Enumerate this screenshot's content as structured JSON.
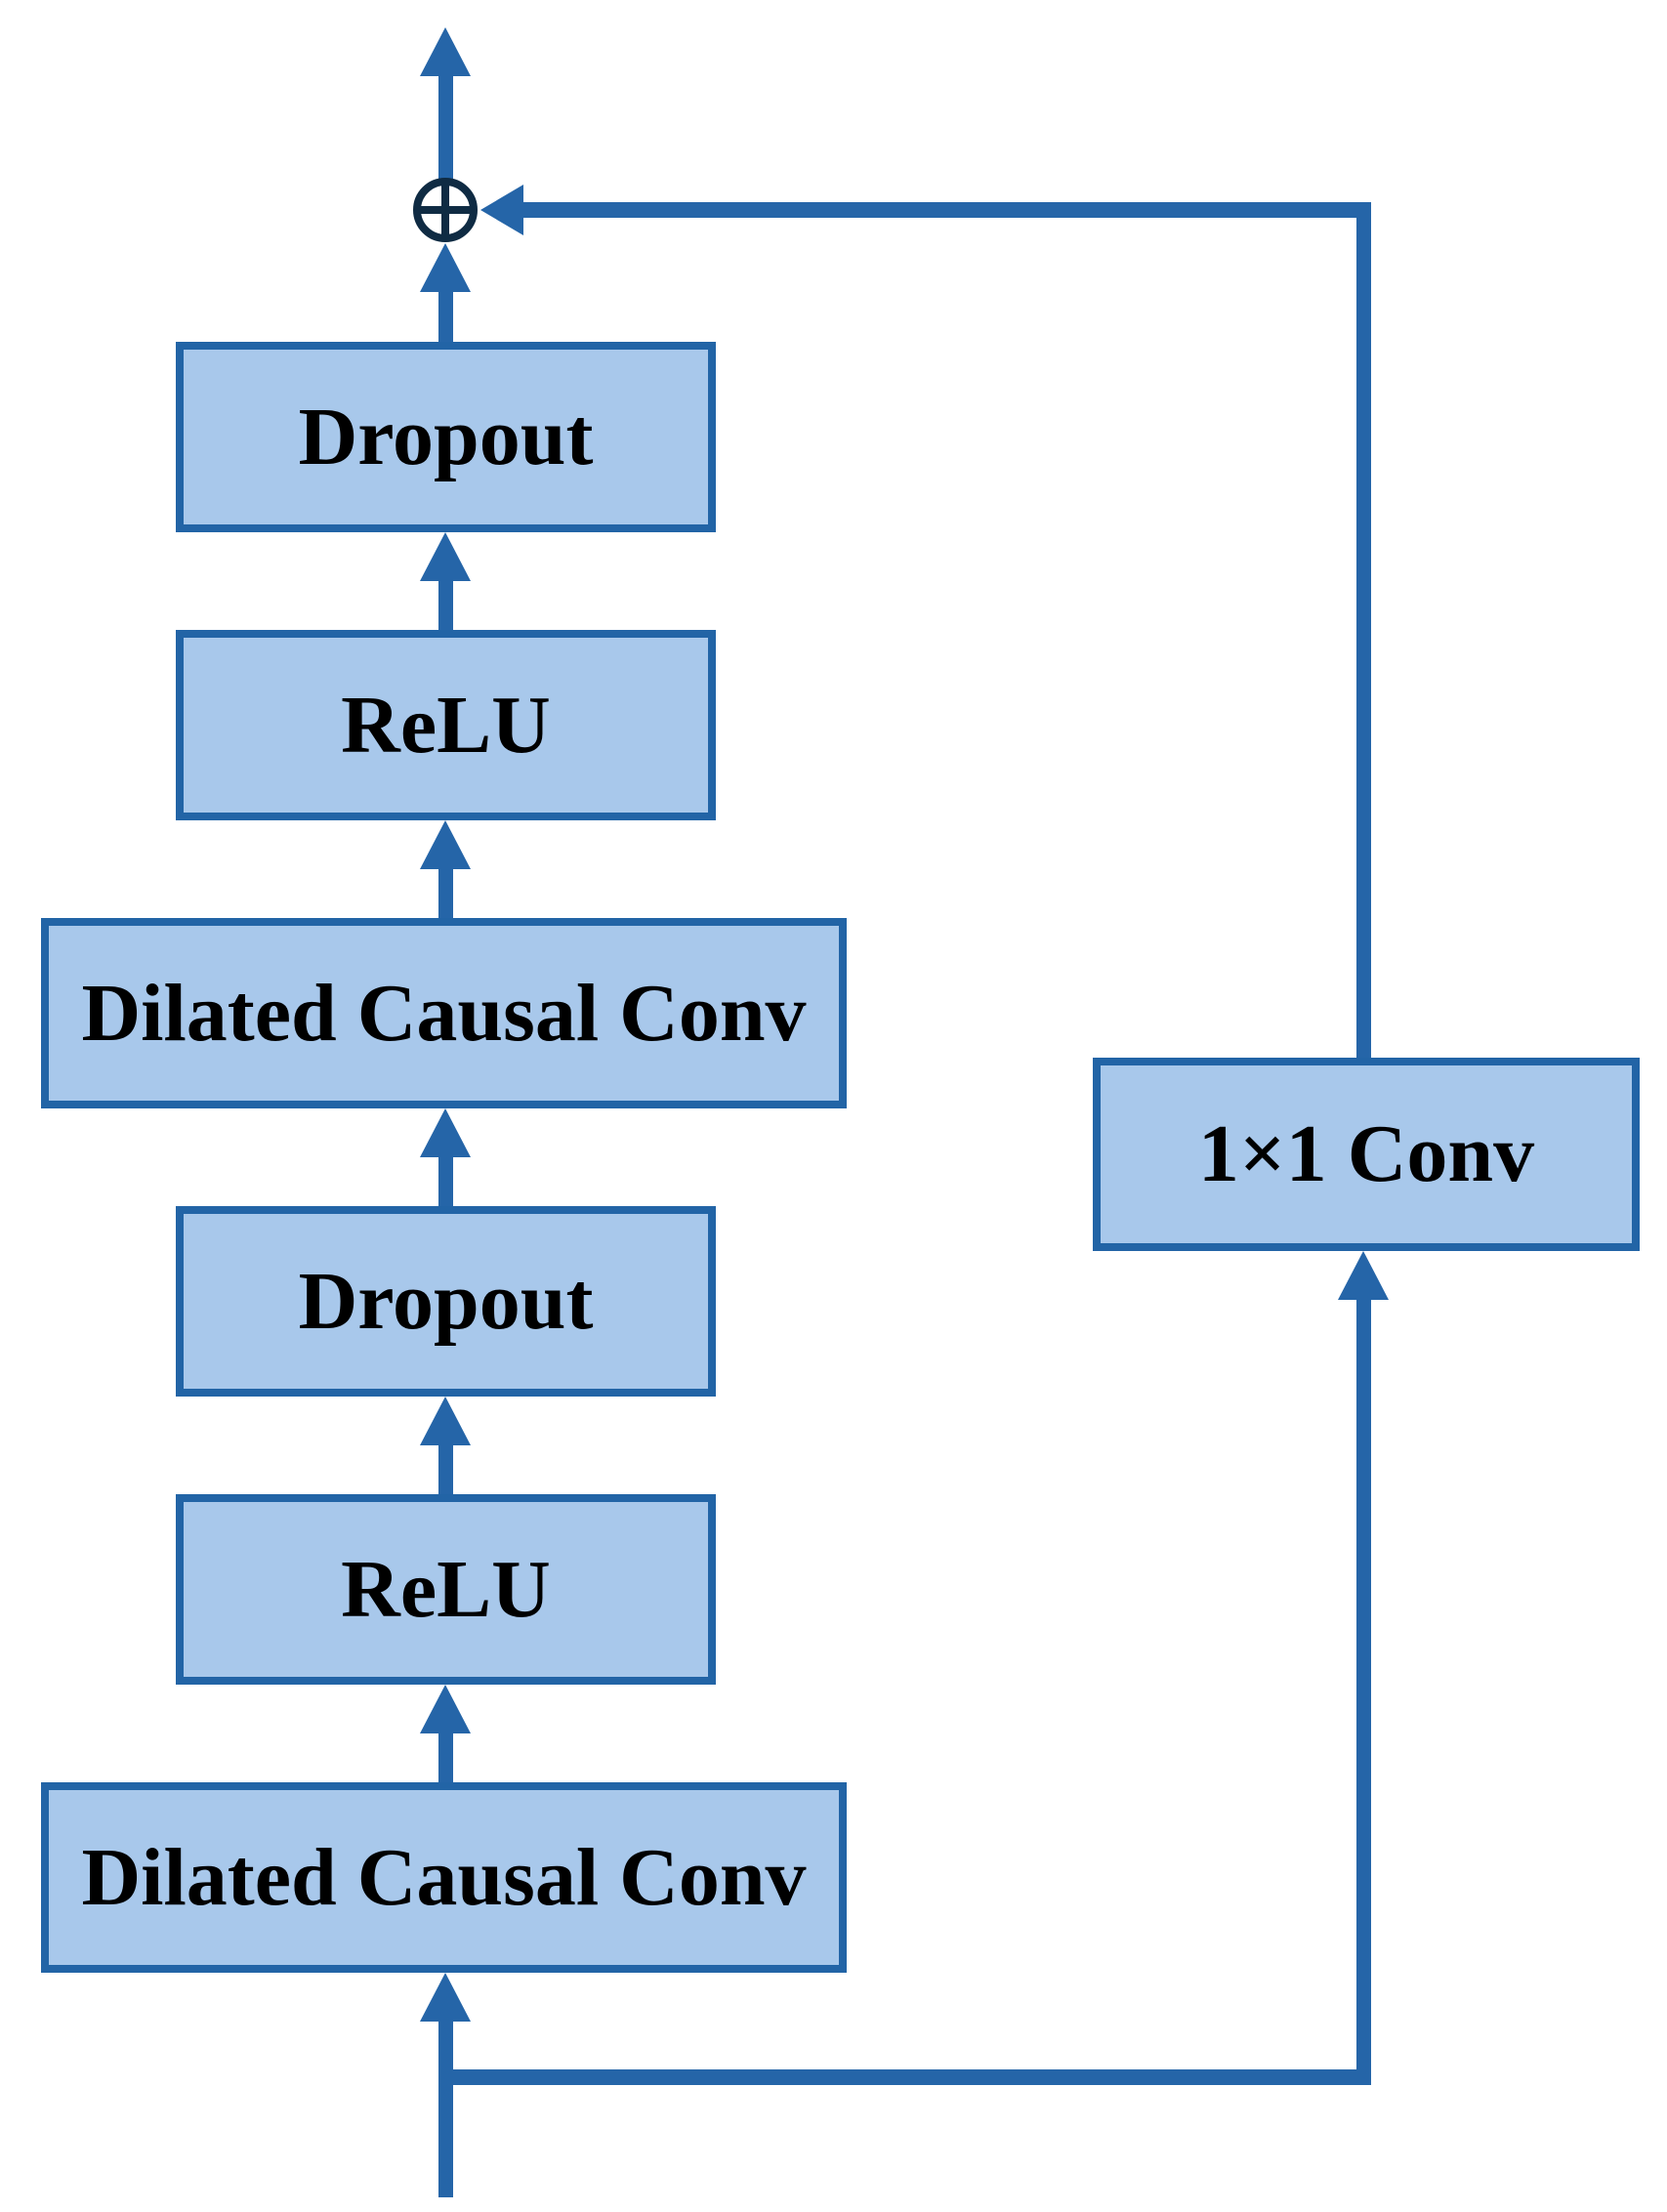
{
  "colors": {
    "background": "#ffffff",
    "box_fill": "#a8c8eb",
    "box_border": "#2264a6",
    "arrow": "#2565a8",
    "sum_symbol": "#0f2b43",
    "label_color": "#000000"
  },
  "diagram": {
    "boxes": [
      {
        "id": "dropout-top",
        "label": "Dropout"
      },
      {
        "id": "relu-top",
        "label": "ReLU"
      },
      {
        "id": "dilated-causal-conv-top",
        "label": "Dilated Causal Conv"
      },
      {
        "id": "dropout-bottom",
        "label": "Dropout"
      },
      {
        "id": "relu-bottom",
        "label": "ReLU"
      },
      {
        "id": "dilated-causal-conv-bottom",
        "label": "Dilated Causal Conv"
      },
      {
        "id": "conv-1x1",
        "label": "1×1 Conv"
      }
    ],
    "icons": [
      {
        "id": "circled-plus",
        "glyph": "⊕"
      }
    ]
  }
}
